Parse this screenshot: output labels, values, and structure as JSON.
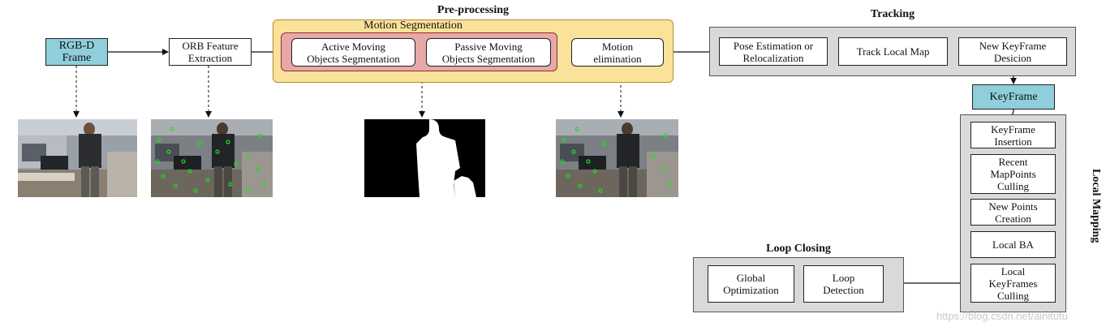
{
  "preprocessing": {
    "title": "Pre-processing",
    "motion_segmentation_title": "Motion Segmentation",
    "active_moving": "Active Moving\nObjects Segmentation",
    "passive_moving": "Passive Moving\nObjects Segmentation",
    "motion_elimination": "Motion\nelimination"
  },
  "input": {
    "rgbd_frame": "RGB-D\nFrame",
    "orb_feature": "ORB Feature\nExtraction"
  },
  "tracking": {
    "title": "Tracking",
    "pose_estimation": "Pose Estimation or\nRelocalization",
    "track_local_map": "Track Local Map",
    "new_keyframe": "New KeyFrame\nDesicion"
  },
  "keyframe": "KeyFrame",
  "local_mapping": {
    "title": "Local Mapping",
    "keyframe_insertion": "KeyFrame\nInsertion",
    "recent_mappoints": "Recent\nMapPoints\nCulling",
    "new_points": "New Points\nCreation",
    "local_ba": "Local BA",
    "local_keyframes": "Local\nKeyFrames\nCulling"
  },
  "loop_closing": {
    "title": "Loop Closing",
    "global_optimization": "Global\nOptimization",
    "loop_detection": "Loop\nDetection"
  },
  "watermark": "https://blog.csdn.net/ainitutu",
  "colors": {
    "cyan": "#8ecfdb",
    "yellow": "#fbe29a",
    "pink": "#e8a8a8",
    "gray": "#d9d9d9",
    "feature_green": "#22dd22"
  }
}
